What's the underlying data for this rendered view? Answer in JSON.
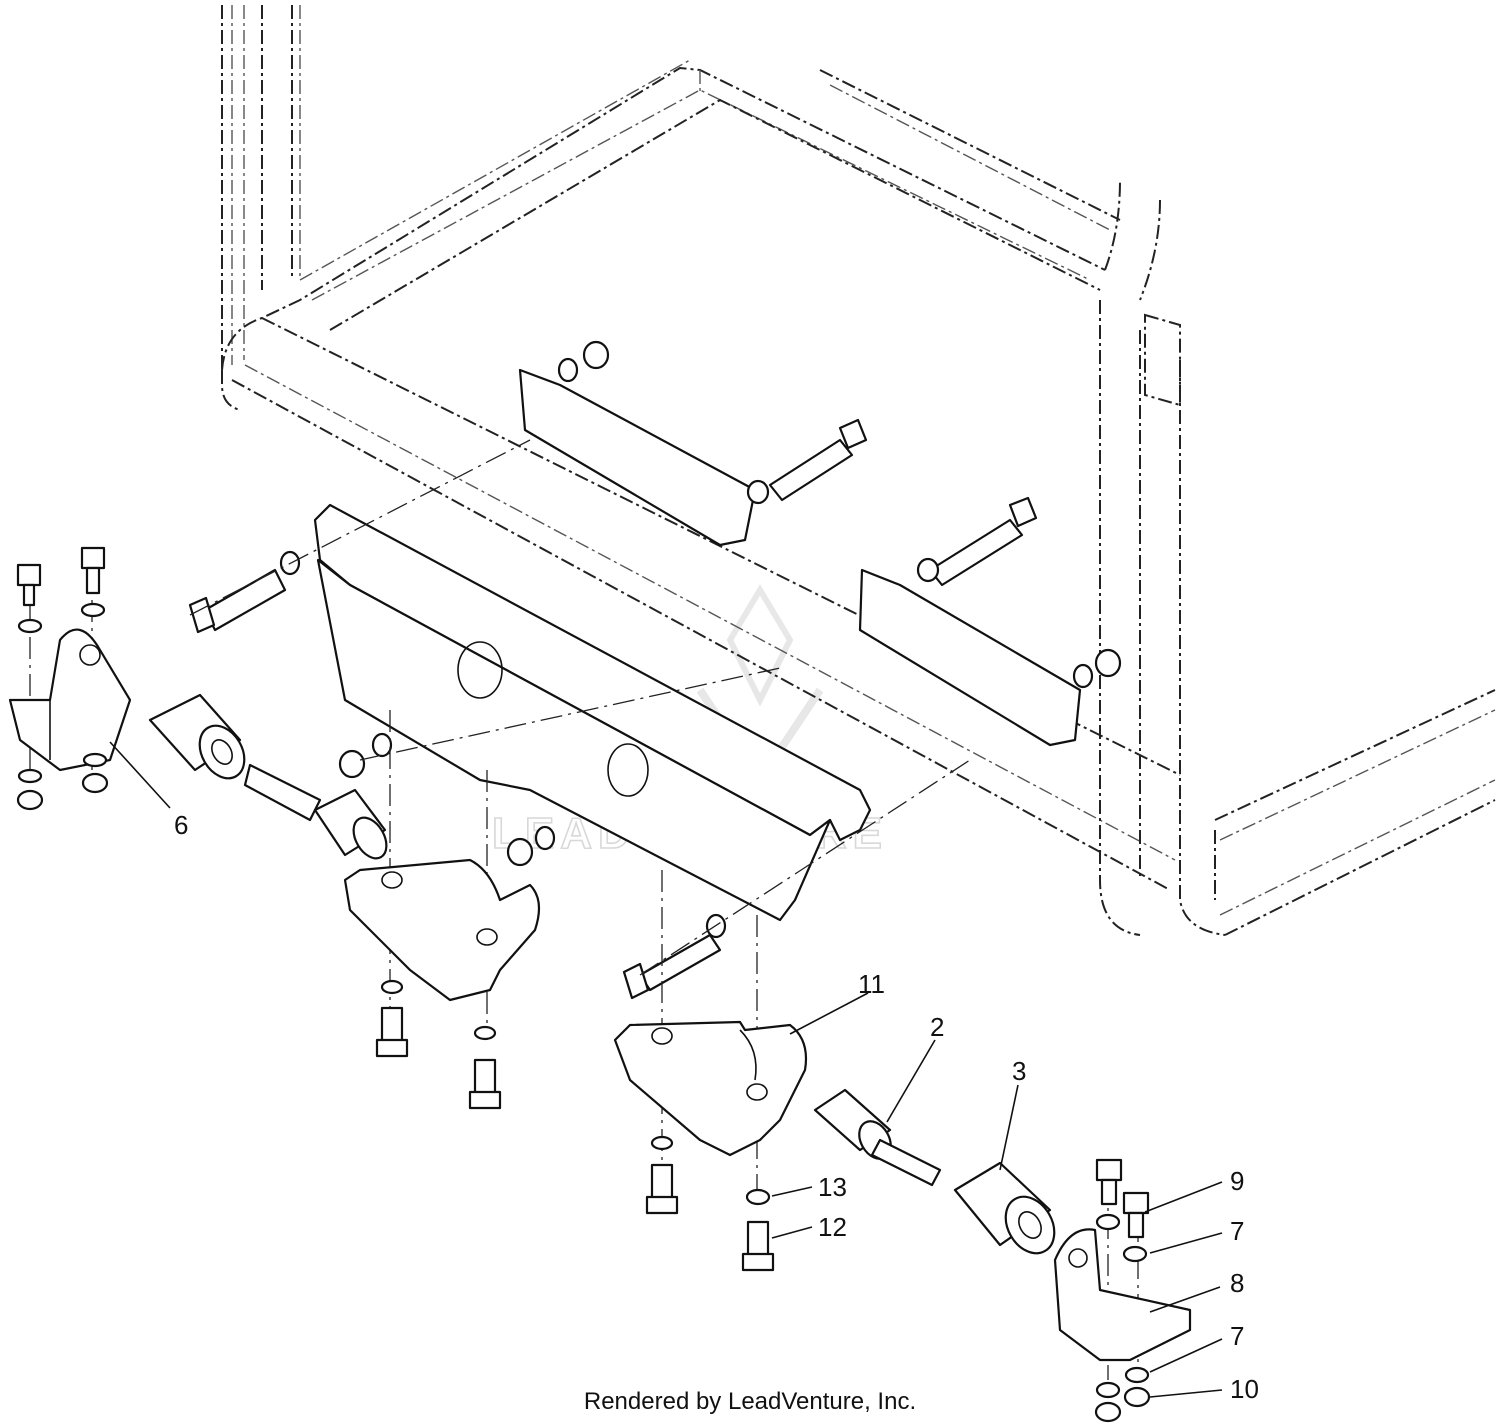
{
  "watermark": "LEADVENTURE",
  "footer": "Rendered by LeadVenture, Inc.",
  "callouts": [
    {
      "id": "c6",
      "label": "6"
    },
    {
      "id": "c11",
      "label": "11"
    },
    {
      "id": "c2",
      "label": "2"
    },
    {
      "id": "c3",
      "label": "3"
    },
    {
      "id": "c9",
      "label": "9"
    },
    {
      "id": "c7a",
      "label": "7"
    },
    {
      "id": "c8",
      "label": "8"
    },
    {
      "id": "c7b",
      "label": "7"
    },
    {
      "id": "c10",
      "label": "10"
    },
    {
      "id": "c13",
      "label": "13"
    },
    {
      "id": "c12",
      "label": "12"
    }
  ]
}
